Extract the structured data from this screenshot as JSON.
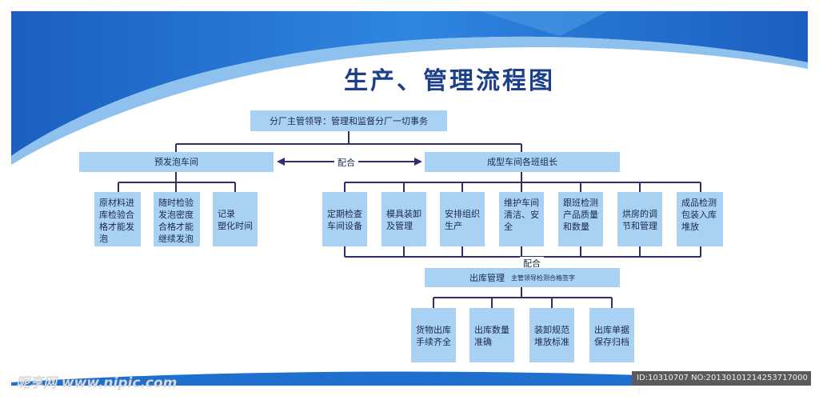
{
  "title": "生产、管理流程图",
  "colors": {
    "box": "#a9d1f3",
    "line": "#3a2a6a",
    "banner": "#1e6fd0"
  },
  "nodes": {
    "top": "分厂主管领导：管理和监督分厂一切事务",
    "left_header": "预发泡车间",
    "right_header": "成型车间各班组长",
    "left_children": [
      "原材料进\n库检验合\n格才能发\n泡",
      "随时检验\n发泡密度\n合格才能\n继续发泡",
      "记录\n塑化时间"
    ],
    "right_children": [
      "定期检查\n车间设备",
      "模具装卸\n及管理",
      "安排组织\n生产",
      "维护车间\n清洁、安\n全",
      "跟班检测\n产品质量\n和数量",
      "烘房的调\n节和管理",
      "成品检测\n包装入库\n堆放"
    ],
    "outbound": {
      "label": "出库管理",
      "sub": "主管领导检测合格签字"
    },
    "outbound_children": [
      "货物出库\n手续齐全",
      "出库数量\n准确",
      "装卸规范\n堆放标准",
      "出库单据\n保存归档"
    ]
  },
  "connectors": {
    "cooperate_1": "配合",
    "cooperate_2": "配合"
  },
  "watermark": {
    "left": "昵享网 www.nipic.com",
    "right": "ID:10310707 NO:20130101214253717000​1"
  }
}
